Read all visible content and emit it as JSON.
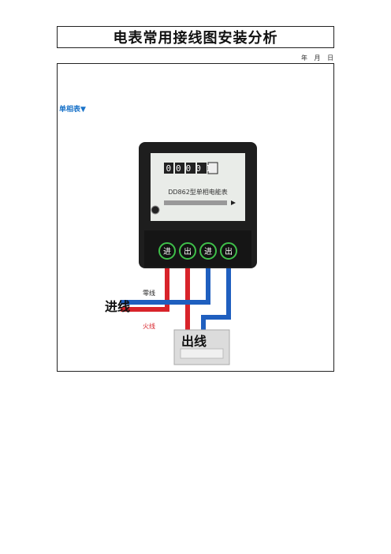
{
  "document": {
    "title": "电表常用接线图安装分析",
    "date_line": "年 月 日"
  },
  "section": {
    "label": "单相表▼"
  },
  "figure": {
    "meter_model": "DD862型单相电能表",
    "meter_reading": "00001",
    "terminal_labels": [
      "进",
      "出",
      "进",
      "出"
    ],
    "wire_labels": {
      "neutral": "零线",
      "live": "火线",
      "incoming": "进线",
      "outgoing": "出线"
    },
    "colors": {
      "live_wire": "#d8232a",
      "neutral_wire": "#1f5fbf",
      "meter_body": "#1e1e1e",
      "terminal_ring": "#3fbf4a"
    }
  }
}
